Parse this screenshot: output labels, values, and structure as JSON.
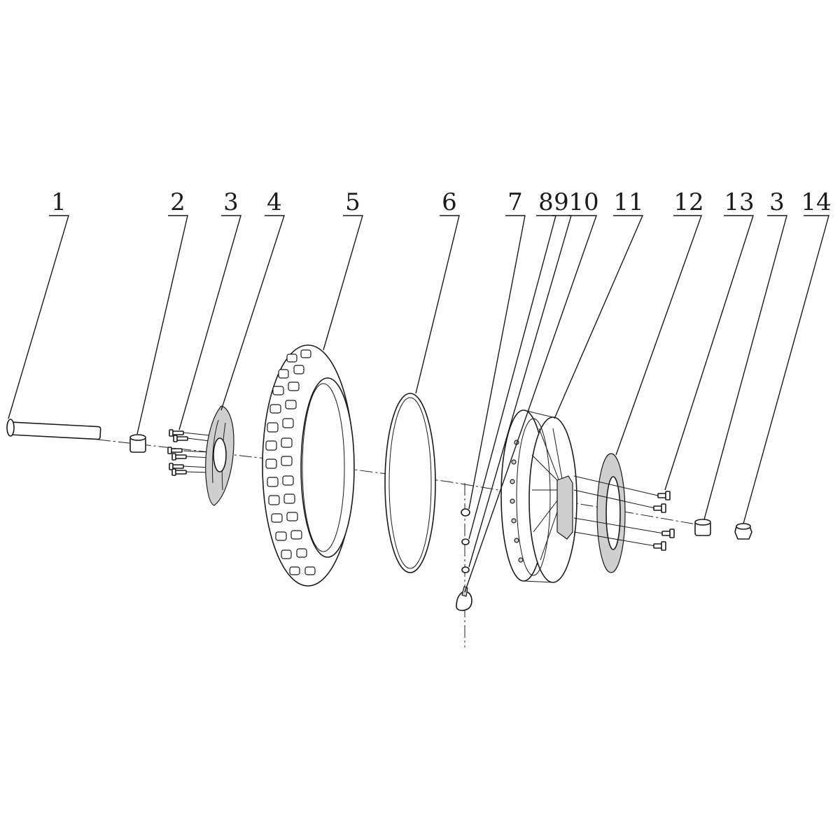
{
  "callouts": [
    {
      "label": "1"
    },
    {
      "label": "2"
    },
    {
      "label": "3"
    },
    {
      "label": "4"
    },
    {
      "label": "5"
    },
    {
      "label": "6"
    },
    {
      "label": "7"
    },
    {
      "label": "8"
    },
    {
      "label": "9"
    },
    {
      "label": "10"
    },
    {
      "label": "11"
    },
    {
      "label": "12"
    },
    {
      "label": "13"
    },
    {
      "label": "3"
    },
    {
      "label": "14"
    }
  ]
}
